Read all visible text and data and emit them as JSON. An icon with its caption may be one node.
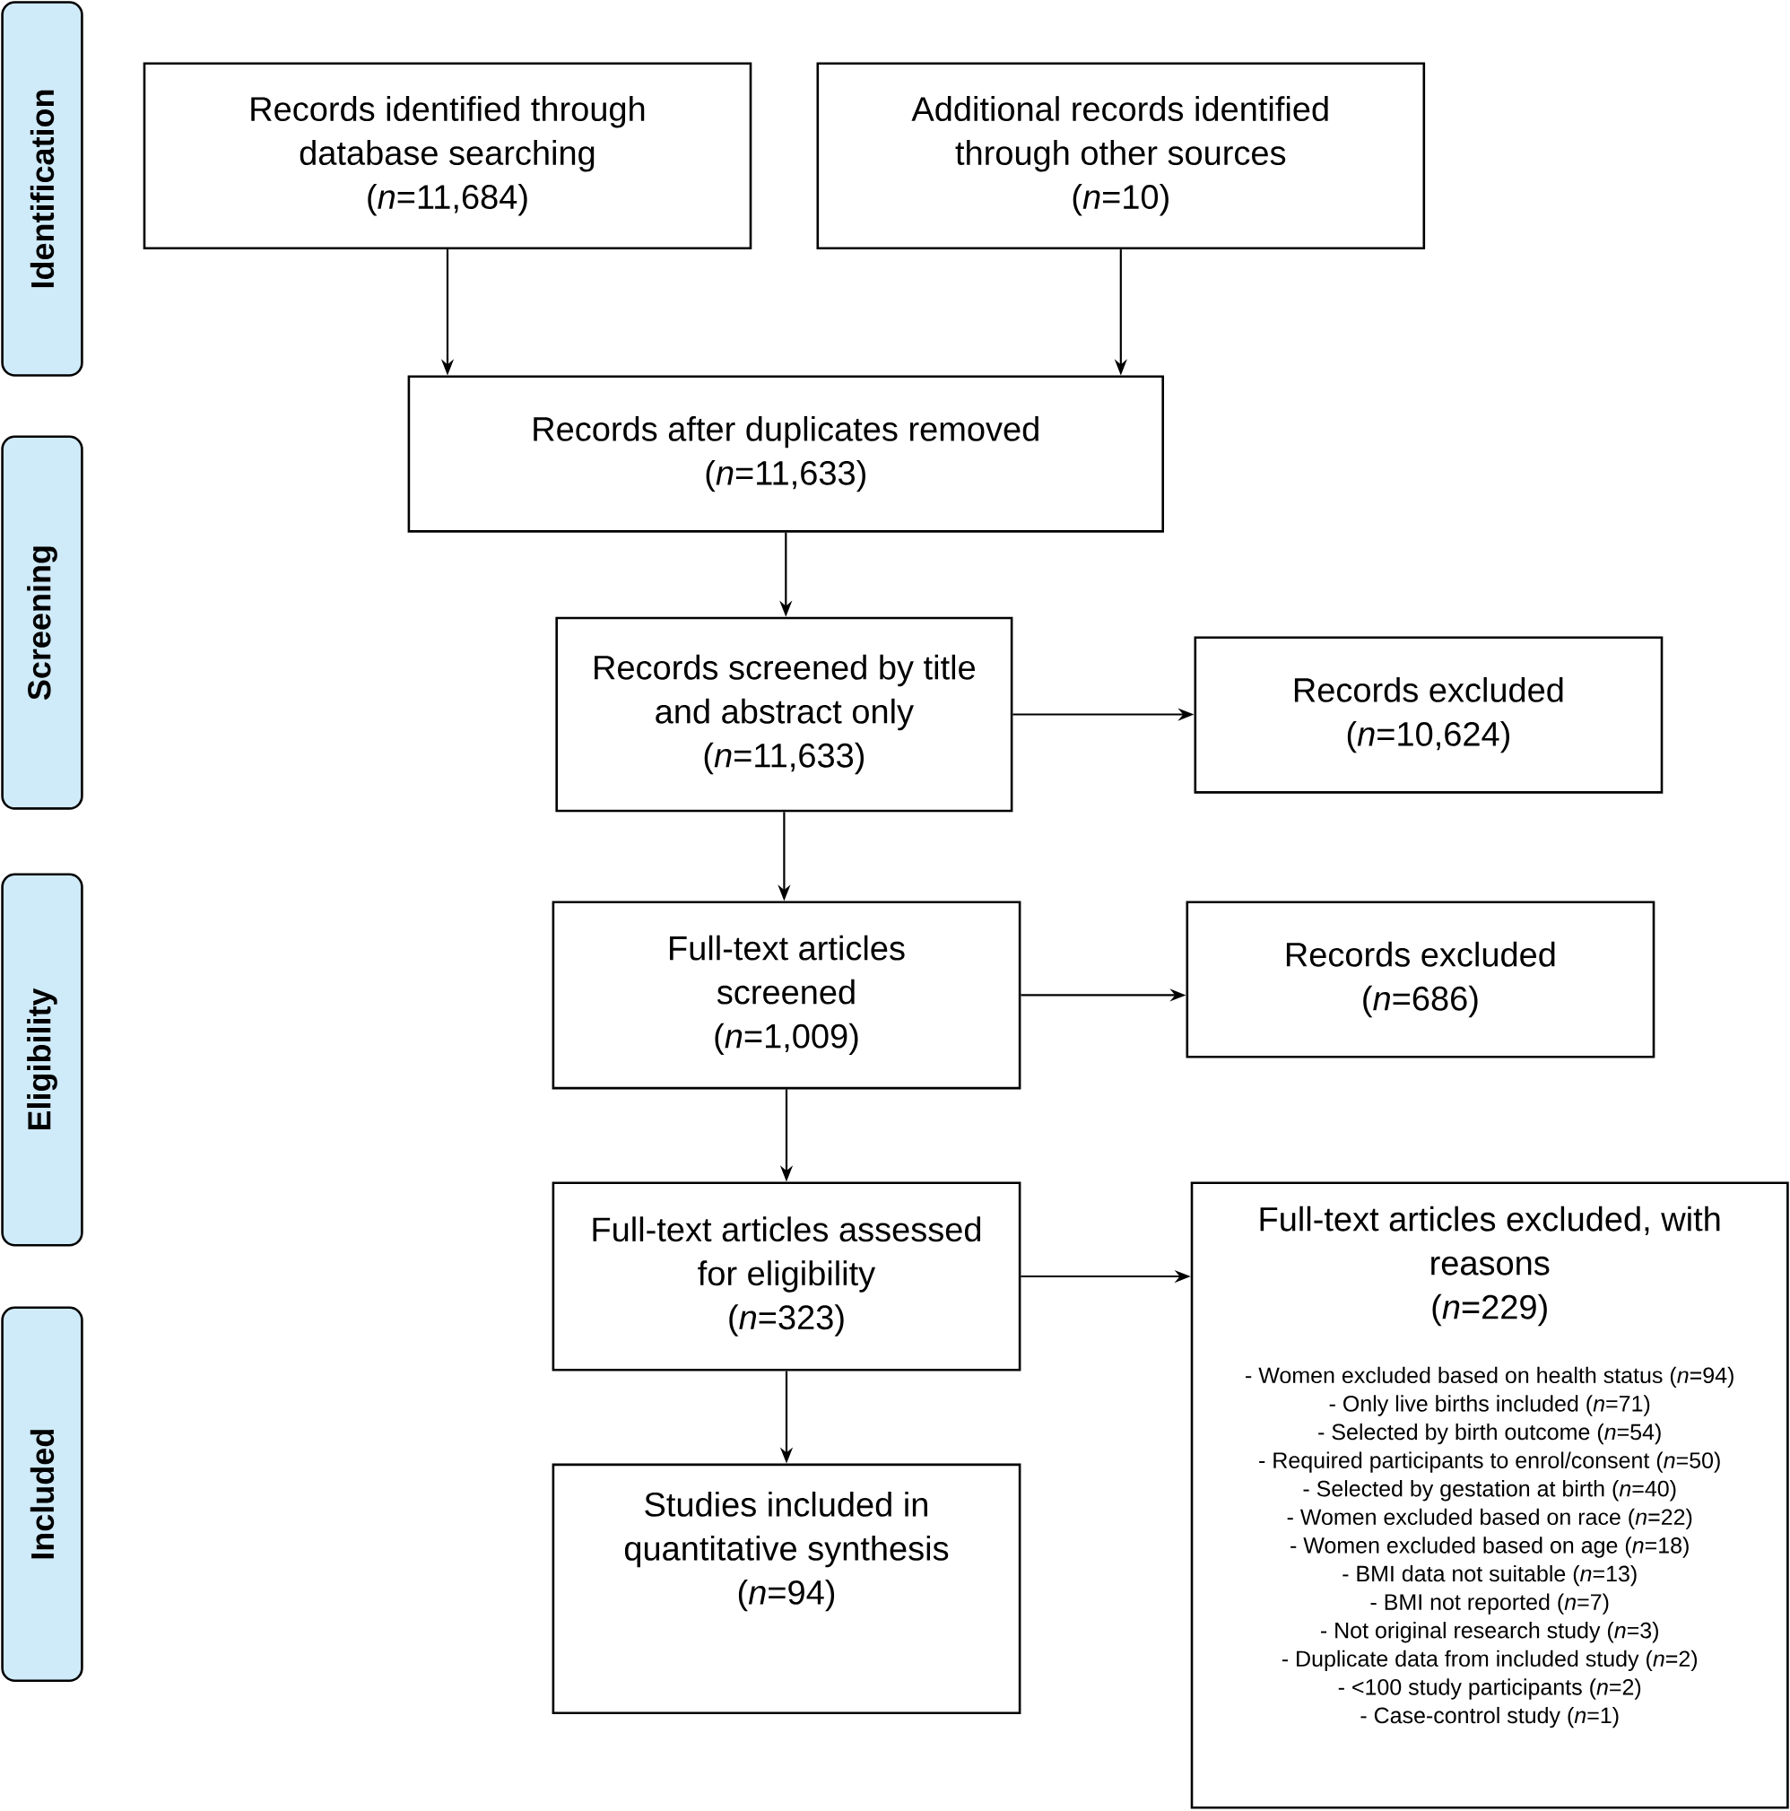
{
  "diagram": {
    "nodes": [
      {
        "text": [
          "Identification"
        ]
      },
      {
        "text": [
          "Screening"
        ]
      },
      {
        "text": [
          "Eligibility"
        ]
      },
      {
        "text": [
          "Included"
        ]
      },
      {
        "text": [
          "Records identified through database searching",
          "(*n*=11,684)"
        ]
      },
      {
        "text": [
          "Additional records identified through other sources",
          "(*n*=10)"
        ]
      },
      {
        "text": [
          "Records after duplicates removed",
          "(*n*=11,633)"
        ]
      },
      {
        "text": [
          "Records screened by title and abstract only",
          "(*n*=11,633)"
        ]
      },
      {
        "text": [
          "Records excluded",
          "(*n*=10,624)"
        ]
      },
      {
        "text": [
          "Full-text articles screened",
          "(*n*=1,009)"
        ]
      },
      {
        "text": [
          "Records excluded",
          "(*n*=686)"
        ]
      },
      {
        "text": [
          "Full-text articles assessed for eligibility",
          "(*n*=323)"
        ]
      },
      {
        "text": [
          "Full-text articles excluded, with reasons",
          "(*n*=229)",
          "- Women excluded based on health status (*n*=94)",
          "- Only live births included (*n*=71)",
          "- Selected by birth outcome (*n*=54)",
          "- Required participants to enrol/consent (*n*=50)",
          "- Selected by gestation at birth (*n*=40)",
          "- Women excluded based on race (*n*=22)",
          "- Women excluded based on age (*n*=18)",
          "- BMI data not suitable (*n*=13)",
          "- BMI not reported (*n*=7)",
          "- Not original research study (*n*=3)",
          "- Duplicate data from included study (*n*=2)",
          "- <100 study participants (*n*=2)",
          "- Case-control study (*n*=1)"
        ]
      },
      {
        "text": [
          "Studies included in quantitative synthesis",
          "(*n*=94)"
        ]
      }
    ],
    "edges": [
      {
        "from": 4,
        "to": 6,
        "arrow": "to"
      },
      {
        "from": 5,
        "to": 6,
        "arrow": "to"
      },
      {
        "from": 6,
        "to": 7,
        "arrow": "to"
      },
      {
        "from": 7,
        "to": 8,
        "arrow": "to"
      },
      {
        "from": 7,
        "to": 9,
        "arrow": "to"
      },
      {
        "from": 9,
        "to": 10,
        "arrow": "to"
      },
      {
        "from": 9,
        "to": 11,
        "arrow": "to"
      },
      {
        "from": 11,
        "to": 12,
        "arrow": "to"
      },
      {
        "from": 11,
        "to": 13,
        "arrow": "to"
      }
    ]
  }
}
